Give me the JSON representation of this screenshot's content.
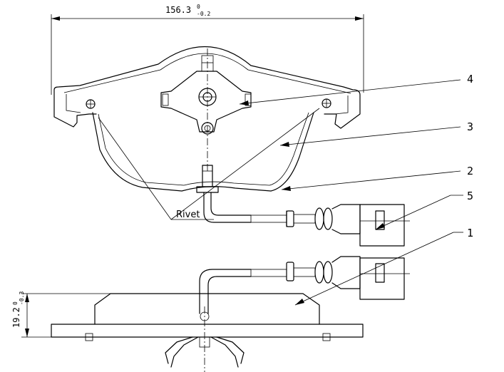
{
  "dimensions": {
    "width": {
      "value": "156.3",
      "upper": "0",
      "lower": "-0.2"
    },
    "thickness": {
      "value": "19.2",
      "upper": "0",
      "lower": "-0.3"
    }
  },
  "callouts": [
    {
      "id": "callout-4",
      "label": "4"
    },
    {
      "id": "callout-3",
      "label": "3"
    },
    {
      "id": "callout-2",
      "label": "2"
    },
    {
      "id": "callout-5",
      "label": "5"
    },
    {
      "id": "callout-1",
      "label": "1"
    }
  ],
  "annotations": {
    "rivet": "Rivet"
  },
  "colors": {
    "line": "#000000",
    "background": "#ffffff"
  }
}
